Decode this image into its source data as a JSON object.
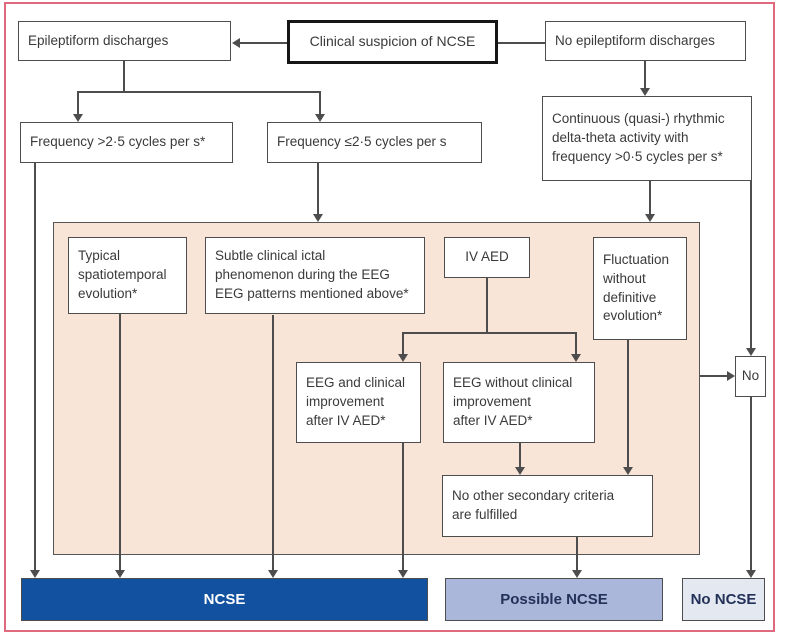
{
  "colors": {
    "outer_border": "#e0697e",
    "criteria_panel_fill": "#f9e4d8",
    "ncse_bar": "#11519f",
    "possible_ncse_bar": "#aab6da",
    "no_ncse_bar": "#e4e8f1",
    "connector_line": "#4d4d4d"
  },
  "nodes": {
    "clinical_suspicion": "Clinical suspicion of NCSE",
    "epileptiform": "Epileptiform discharges",
    "no_epileptiform": "No epileptiform discharges",
    "freq_high": "Frequency >2·5 cycles per s*",
    "freq_low": "Frequency ≤2·5 cycles per s",
    "continuous_rhythmic": "Continuous (quasi-) rhythmic\ndelta-theta activity with\nfrequency >0·5 cycles per s*",
    "typical_evolution": "Typical\nspatiotemporal\nevolution*",
    "subtle_ictal": "Subtle clinical ictal\nphenomenon during the EEG\nEEG patterns mentioned above*",
    "iv_aed": "IV AED",
    "fluctuation": "Fluctuation\nwithout\ndefinitive\nevolution*",
    "eeg_clinical_improvement": "EEG and clinical\nimprovement\nafter IV AED*",
    "eeg_without_improvement": "EEG without clinical\nimprovement\nafter IV AED*",
    "no_secondary_criteria": "No other secondary criteria\nare fulfilled",
    "no": "No"
  },
  "outcomes": {
    "ncse": "NCSE",
    "possible_ncse": "Possible NCSE",
    "no_ncse": "No NCSE"
  }
}
